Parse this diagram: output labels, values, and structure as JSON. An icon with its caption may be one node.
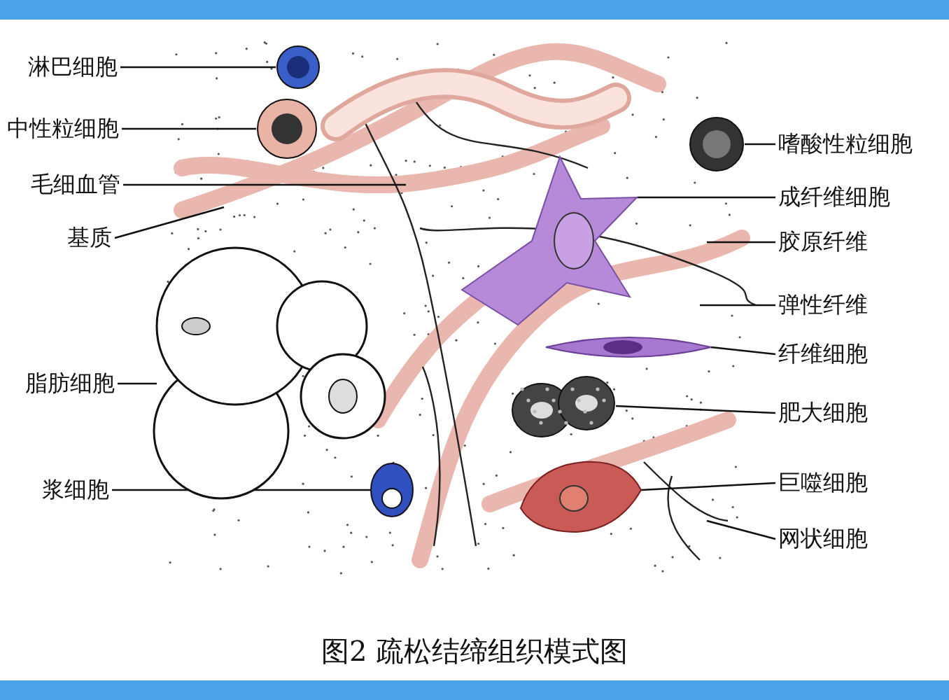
{
  "diagram": {
    "caption": "图2 疏松结缔组织模式图",
    "nodes": [
      {
        "text": [
          "淋巴细胞"
        ]
      },
      {
        "text": [
          "中性粒细胞"
        ]
      },
      {
        "text": [
          "毛细血管"
        ]
      },
      {
        "text": [
          "基质"
        ]
      },
      {
        "text": [
          "脂肪细胞"
        ]
      },
      {
        "text": [
          "浆细胞"
        ]
      },
      {
        "text": [
          "嗜酸性粒细胞"
        ]
      },
      {
        "text": [
          "成纤维细胞"
        ]
      },
      {
        "text": [
          "胶原纤维"
        ]
      },
      {
        "text": [
          "弹性纤维"
        ]
      },
      {
        "text": [
          "纤维细胞"
        ]
      },
      {
        "text": [
          "肥大细胞"
        ]
      },
      {
        "text": [
          "巨噬细胞"
        ]
      },
      {
        "text": [
          "网状细胞"
        ]
      },
      {
        "text": [],
        "shape": "circle"
      },
      {
        "text": [],
        "shape": "circle"
      },
      {
        "text": [],
        "shape": "circle"
      },
      {
        "text": [],
        "shape": "picture"
      },
      {
        "text": [],
        "shape": "picture"
      },
      {
        "text": [],
        "shape": "picture"
      },
      {
        "text": [],
        "shape": "picture"
      },
      {
        "text": [],
        "shape": "picture"
      },
      {
        "text": [],
        "shape": "picture"
      }
    ],
    "edges": [
      {
        "from": 0,
        "to": 14,
        "arrow": "none"
      },
      {
        "from": 1,
        "to": 15,
        "arrow": "none"
      },
      {
        "from": 2,
        "to": null,
        "arrow": "none"
      },
      {
        "from": 3,
        "to": null,
        "arrow": "none"
      },
      {
        "from": 4,
        "to": 22,
        "arrow": "none"
      },
      {
        "from": 5,
        "to": 21,
        "arrow": "none"
      },
      {
        "from": 6,
        "to": 16,
        "arrow": "none"
      },
      {
        "from": 7,
        "to": 17,
        "arrow": "none"
      },
      {
        "from": 8,
        "to": null,
        "arrow": "none"
      },
      {
        "from": 9,
        "to": null,
        "arrow": "none"
      },
      {
        "from": 10,
        "to": 18,
        "arrow": "none"
      },
      {
        "from": 11,
        "to": 19,
        "arrow": "none"
      },
      {
        "from": 12,
        "to": 20,
        "arrow": "none"
      },
      {
        "from": 13,
        "to": null,
        "arrow": "none"
      }
    ]
  }
}
